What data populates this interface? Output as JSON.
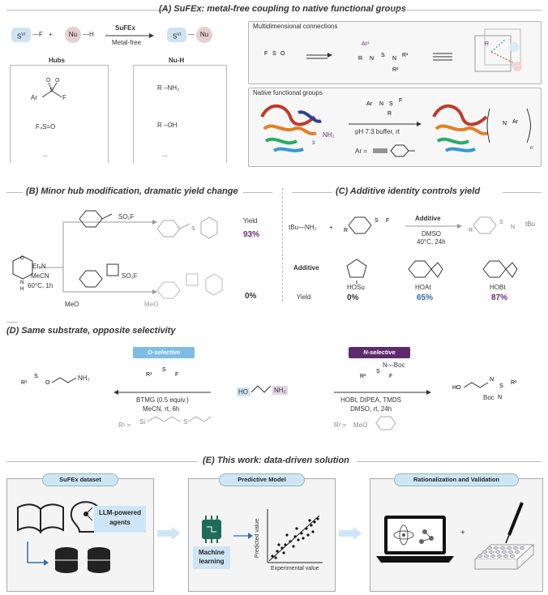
{
  "sectionA": {
    "title": "(A) SuFEx: metal-free coupling to native functional groups",
    "s6": "S",
    "s6sup": "VI",
    "f": "—F",
    "plus": "+",
    "nu": "Nu",
    "h": "—H",
    "arrow_top": "SuFEx",
    "arrow_bottom": "Metal-free",
    "hubs_label": "Hubs",
    "nuh_label": "Nu-H",
    "hub1_ar": "Ar",
    "hub1_f": "F",
    "hub2": "F₄S=O",
    "dots": "...",
    "nuh1": "R –NH₂",
    "nuh2": "R –OH",
    "multi_label": "Multidimensional connections",
    "native_label": "Native functional groups",
    "buffer": "pH 7.3 buffer, rt",
    "ar_def": "Ar =",
    "nh2": "NH₂",
    "n3": "3",
    "n_sub": "n"
  },
  "sectionB": {
    "title": "(B) Minor hub modification, dramatic yield change",
    "reagent1": "Et₃N",
    "reagent2": "MeCN",
    "reagent3": "60°C, 1h",
    "so2f1": "SO₂F",
    "so2f2": "SO₂F",
    "yield_label": "Yield",
    "yield1": "93%",
    "yield2": "0%",
    "meo": "MeO",
    "meo2": "MeO"
  },
  "sectionC": {
    "title": "(C) Additive identity controls yield",
    "amine": "tBu—NH₂",
    "plus": "+",
    "additive_arrow": "Additive",
    "cond1": "DMSO",
    "cond2": "40°C, 24h",
    "tbu": "tBu",
    "additive_label": "Additive",
    "yield_label": "Yield",
    "names": [
      "HOSu",
      "HOAt",
      "HOBt"
    ],
    "yields": [
      "0%",
      "65%",
      "87%"
    ]
  },
  "sectionD": {
    "title": "(D) Same substrate, opposite selectivity",
    "o_sel": "O-selective",
    "n_sel": "N-selective",
    "left_cond1": "BTMG (0.5 equiv.)",
    "left_cond2": "MeCN, rt, 6h",
    "right_cond1": "HOBt, DIPEA, TMDS",
    "right_cond2": "DMSO, rt, 24h",
    "r1": "R¹ =",
    "r2": "R² =",
    "si": "Si",
    "s": "S",
    "meo": "MeO",
    "ho": "HO",
    "nh2": "NH₂",
    "boc": "N—Boc",
    "product_right": "Boc",
    "nh2_left": "NH₂"
  },
  "sectionE": {
    "title": "(E) This work: data-driven solution",
    "box1": "SuFEx dataset",
    "box2": "Predictive Model",
    "box3": "Rationalization and Validation",
    "llm": "LLM-powered\nagents",
    "llm1": "LLM-powered",
    "llm2": "agents",
    "ml1": "Machine",
    "ml2": "learning",
    "xaxis": "Experimental value",
    "yaxis": "Predicted value",
    "plus": "+"
  },
  "colors": {
    "purple": "#6a2c7c",
    "blue": "#2e6ea3",
    "light_blue": "#cfe5f5",
    "o_sel_bg": "#7dbde6",
    "n_sel_bg": "#5e2a6d",
    "arrow": "#2f6fad"
  }
}
